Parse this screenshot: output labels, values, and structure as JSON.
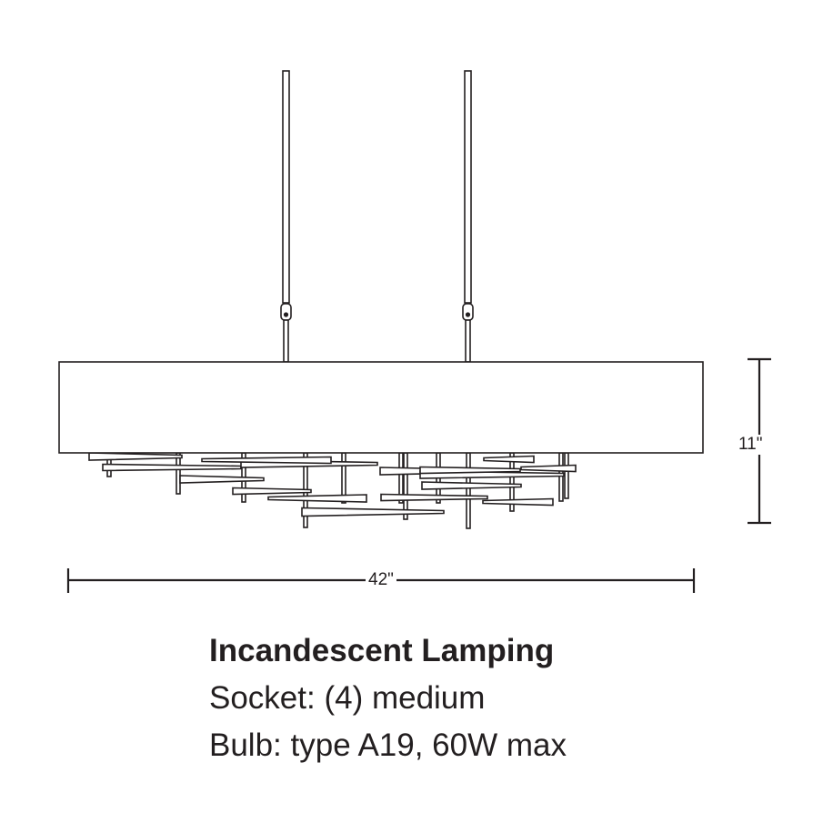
{
  "dimensions": {
    "height_label": "11\"",
    "width_label": "42\""
  },
  "specs": {
    "title": "Incandescent Lamping",
    "socket": "Socket: (4) medium",
    "bulb": "Bulb: type A19, 60W max"
  },
  "colors": {
    "line": "#231f20",
    "background": "#ffffff"
  }
}
